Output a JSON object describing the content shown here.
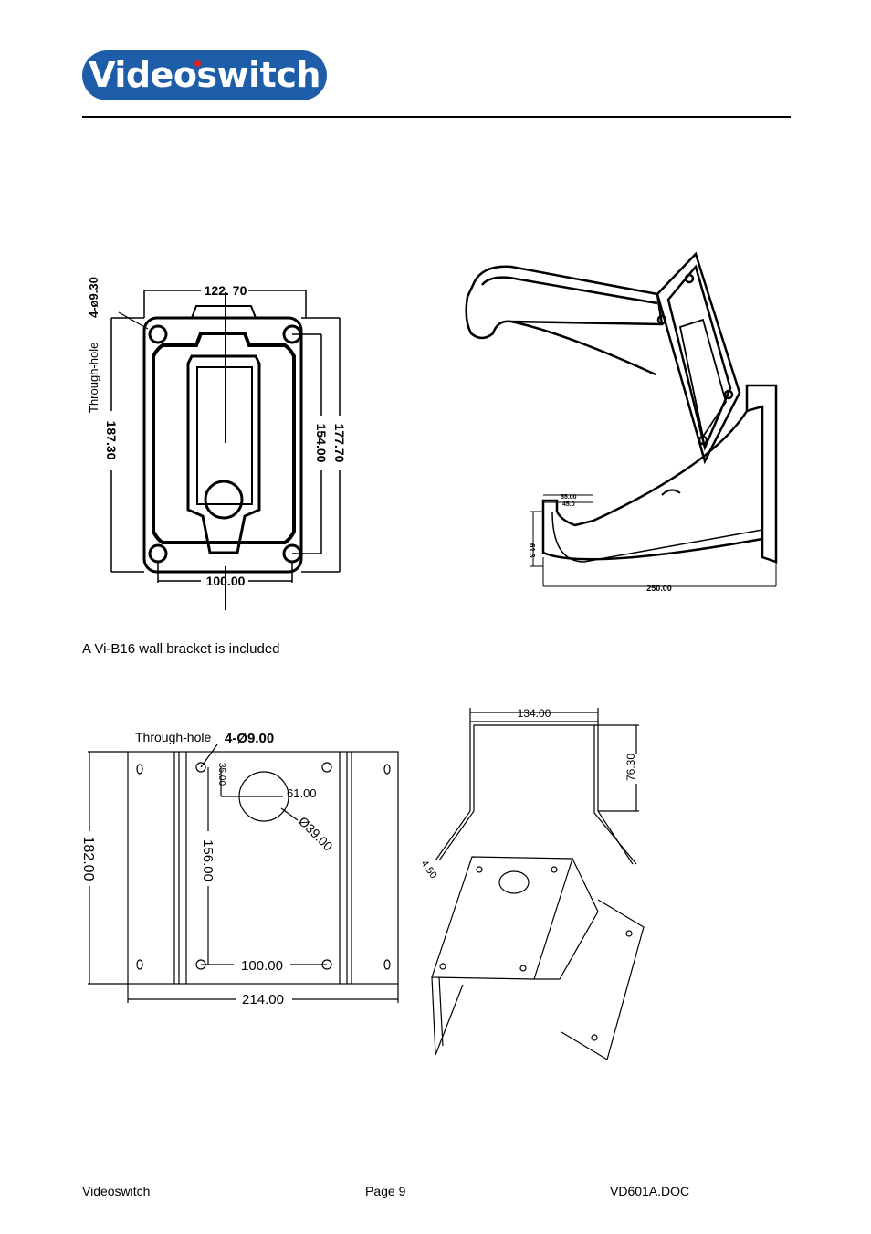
{
  "header": {
    "logo_text": "Videoswitch",
    "logo_color": "#1e5ea8"
  },
  "figure1": {
    "label_through_hole": "Through-hole",
    "label_hole_spec": "4-ø9.30",
    "dim_top": "122. 70",
    "dim_bottom": "100.00",
    "dim_left": "187.30",
    "dim_inner_right": "154.00",
    "dim_outer_right": "177.70"
  },
  "figure2": {
    "dim_a": "55.00",
    "dim_b": "45.0",
    "dim_side": "61.3",
    "dim_length": "250.00"
  },
  "caption": "A Vi-B16 wall bracket is included",
  "figure3": {
    "label_through_hole": "Through-hole",
    "label_hole_spec": "4-Ø9.00",
    "dim_35": "35.00",
    "dim_61": "61.00",
    "dim_39": "Ø39.00",
    "dim_182": "182.00",
    "dim_156": "156.00",
    "dim_100": "100.00",
    "dim_214": "214.00"
  },
  "figure4": {
    "dim_134": "134.00",
    "dim_76": "76.30",
    "dim_4": "4.50"
  },
  "footer": {
    "left": "Videoswitch",
    "center": "Page 9",
    "right": "VD601A.DOC"
  }
}
